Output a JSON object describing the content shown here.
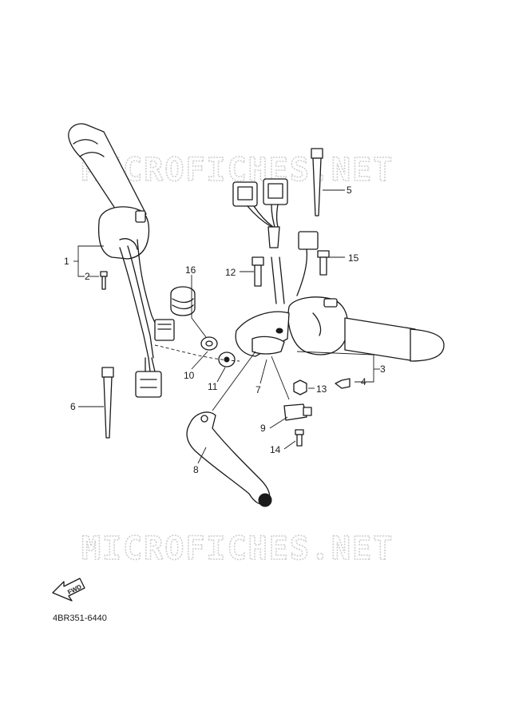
{
  "watermark": {
    "text": "MICROFICHES.NET"
  },
  "diagram_code": "4BR351-6440",
  "fwd_label": "FWD",
  "callouts": {
    "c1": "1",
    "c2": "2",
    "c3": "3",
    "c4": "4",
    "c5": "5",
    "c6": "6",
    "c7": "7",
    "c8": "8",
    "c9": "9",
    "c10": "10",
    "c11": "11",
    "c12": "12",
    "c13": "13",
    "c14": "14",
    "c15": "15",
    "c16": "16"
  }
}
